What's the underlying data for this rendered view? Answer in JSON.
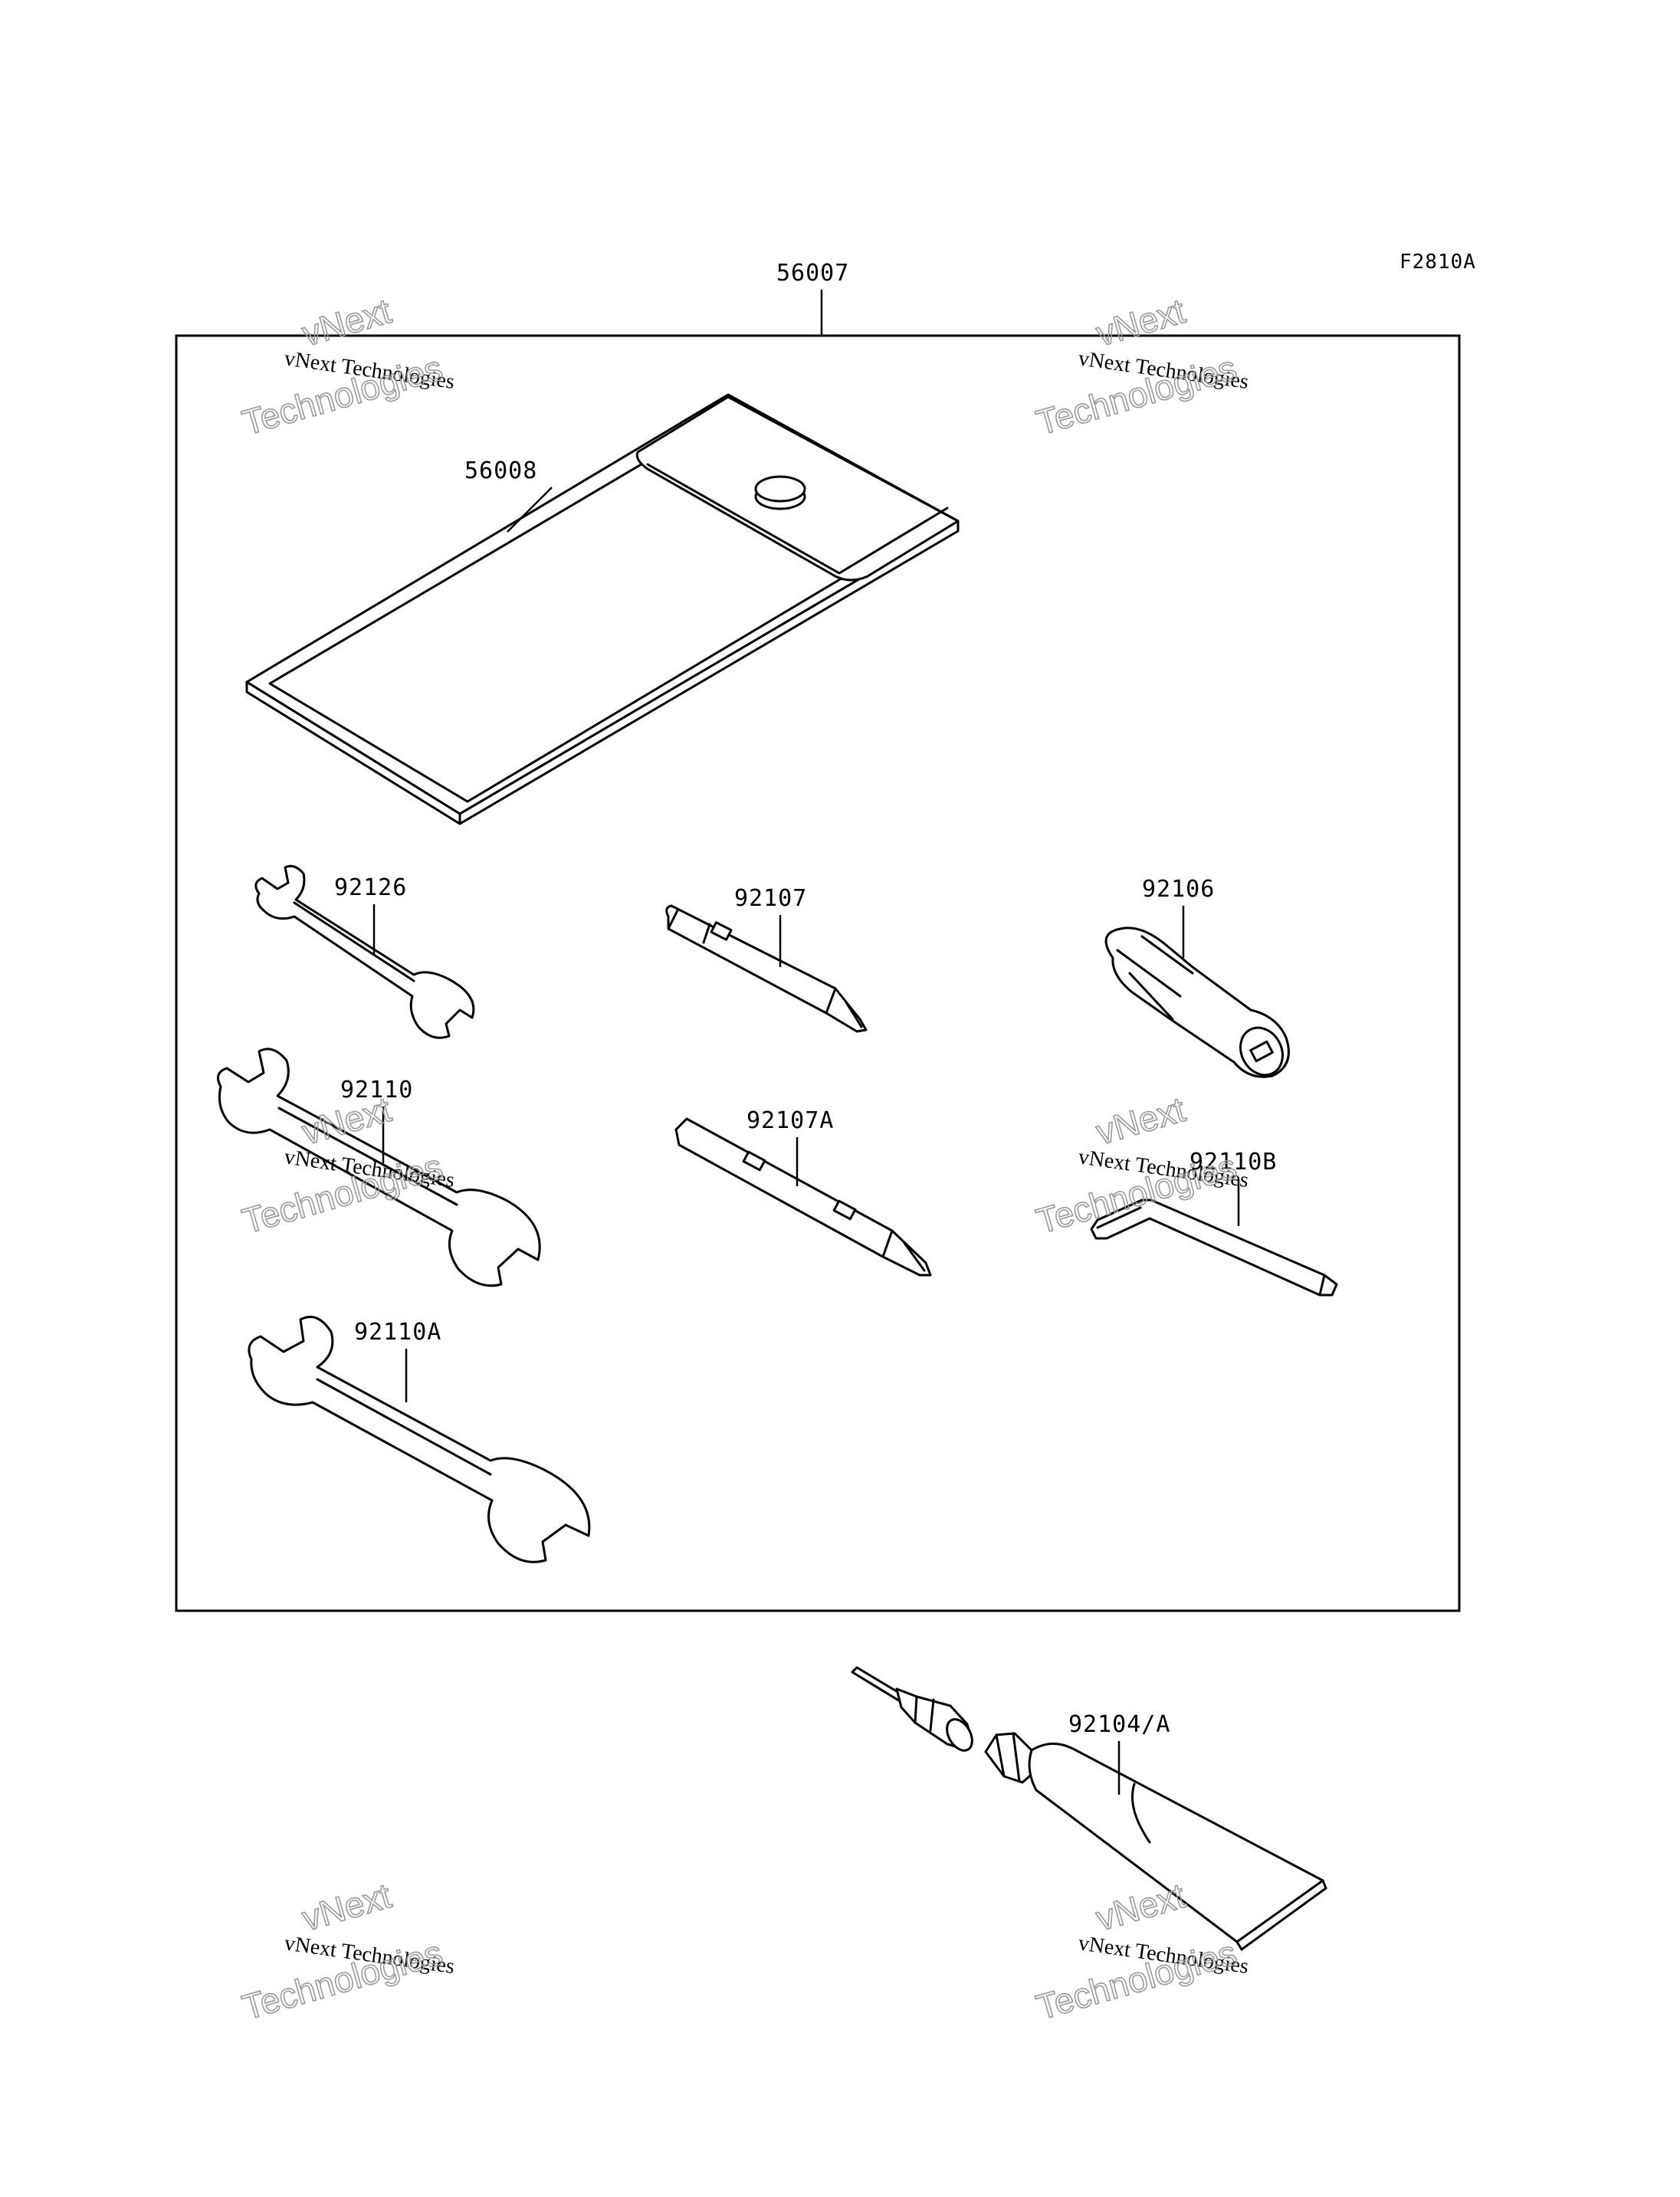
{
  "figure_code": "F2810A",
  "labels": {
    "kit": "56007",
    "case": "56008",
    "wrench_small": "92126",
    "screwdriver": "92107",
    "handle": "92106",
    "wrench_medium": "92110",
    "screwdriver_flat": "92107A",
    "hex_key": "92110B",
    "wrench_large": "92110A",
    "grease_tube": "92104/A"
  },
  "watermark": {
    "line0": "vNext",
    "line1": "vNext Technologies",
    "line2": "Technologies"
  }
}
